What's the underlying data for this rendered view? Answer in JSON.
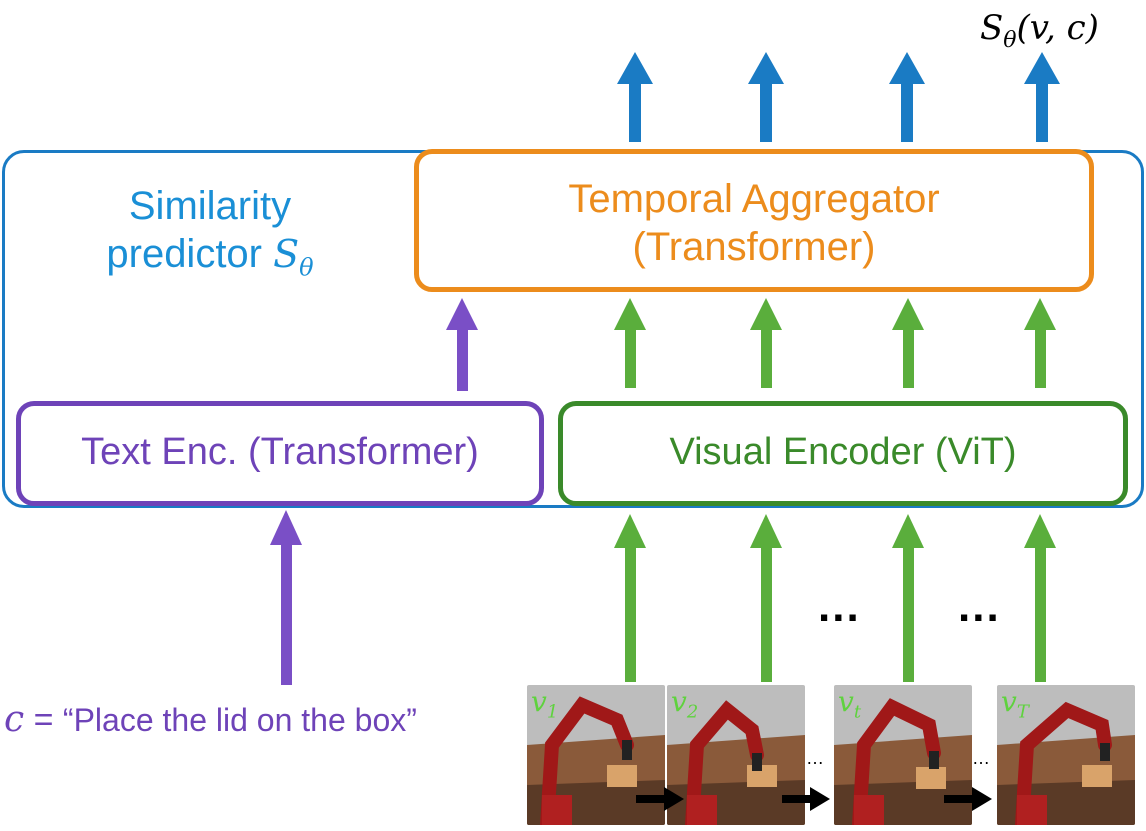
{
  "output_label": {
    "main": "S",
    "sub": "θ",
    "args": "(v, c)"
  },
  "outer_box": {
    "line1": "Similarity",
    "line2": "predictor ",
    "symbol": "S",
    "symbol_sub": "θ"
  },
  "temporal_aggregator": {
    "line1": "Temporal Aggregator",
    "line2": "(Transformer)"
  },
  "text_encoder": {
    "label": "Text Enc. (Transformer)"
  },
  "visual_encoder": {
    "label": "Visual Encoder (ViT)"
  },
  "ellipsis": "...",
  "caption": {
    "var": "c",
    "eq": " = ",
    "text": "“Place the lid on the box”"
  },
  "frames": [
    {
      "var": "v",
      "sub": "1"
    },
    {
      "var": "v",
      "sub": "2"
    },
    {
      "var": "v",
      "sub": "t"
    },
    {
      "var": "v",
      "sub": "T"
    }
  ],
  "colors": {
    "blue": "#1a7bc4",
    "orange": "#ec8c1c",
    "purple": "#6e43b8",
    "green": "#3a8a2a",
    "green_arrow": "#5aae3c"
  }
}
